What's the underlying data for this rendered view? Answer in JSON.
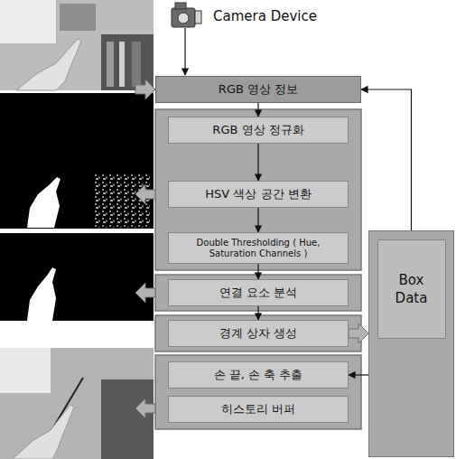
{
  "diagram": {
    "nodes": [
      {
        "text": [
          "RGB 영상 정보"
        ]
      },
      {
        "text": [
          "RGB 영상 정규화"
        ]
      },
      {
        "text": [
          "HSV 색상 공간 변환"
        ]
      },
      {
        "text": [
          "Double Thresholding ( Hue, Saturation Channels )"
        ]
      },
      {
        "text": [
          "연결 요소 분석"
        ]
      },
      {
        "text": [
          "경계 상자 생성"
        ]
      },
      {
        "text": [
          "손 끝, 손 축 추출"
        ]
      },
      {
        "text": [
          "히스토리 버퍼"
        ]
      },
      {
        "text": [
          "Box Data"
        ]
      }
    ],
    "edges": [
      {
        "from": 0,
        "to": 1,
        "arrow": "to"
      },
      {
        "from": 1,
        "to": 2,
        "arrow": "to"
      },
      {
        "from": 2,
        "to": 3,
        "arrow": "to"
      },
      {
        "from": 3,
        "to": 4,
        "arrow": "to"
      },
      {
        "from": 4,
        "to": 5,
        "arrow": "to"
      },
      {
        "from": 5,
        "to": 8,
        "arrow": "to"
      },
      {
        "from": 8,
        "to": 6,
        "arrow": "to"
      },
      {
        "from": 8,
        "to": 0,
        "arrow": "to"
      }
    ],
    "labels": [
      "Camera Device"
    ]
  }
}
